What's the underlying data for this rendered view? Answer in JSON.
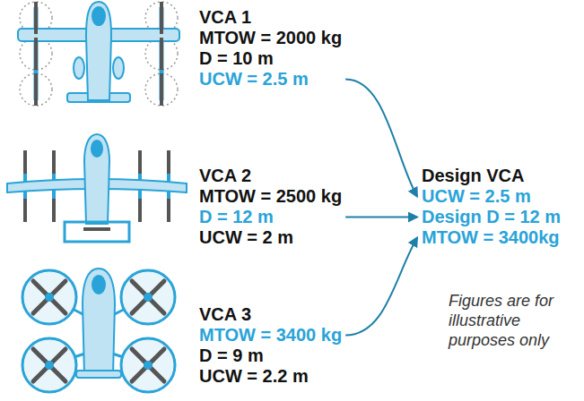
{
  "diagram": {
    "nodes": [
      {
        "text": [
          "VCA 1",
          "MTOW = 2000 kg",
          "D = 10 m",
          "UCW = 2.5 m"
        ]
      },
      {
        "text": [
          "VCA 2",
          "MTOW = 2500 kg",
          "D = 12 m",
          "UCW = 2 m"
        ]
      },
      {
        "text": [
          "VCA 3",
          "MTOW = 3400 kg",
          "D = 9 m",
          "UCW = 2.2 m"
        ]
      },
      {
        "text": [
          "Design VCA",
          "UCW = 2.5 m",
          "Design D = 12 m",
          "MTOW = 3400kg"
        ]
      }
    ],
    "edges": [
      {
        "from": 0,
        "to": 3,
        "arrow": "to"
      },
      {
        "from": 1,
        "to": 3,
        "arrow": "to"
      },
      {
        "from": 2,
        "to": 3,
        "arrow": "to"
      }
    ],
    "labels": [
      "Figures are for illustrative purposes only"
    ]
  }
}
